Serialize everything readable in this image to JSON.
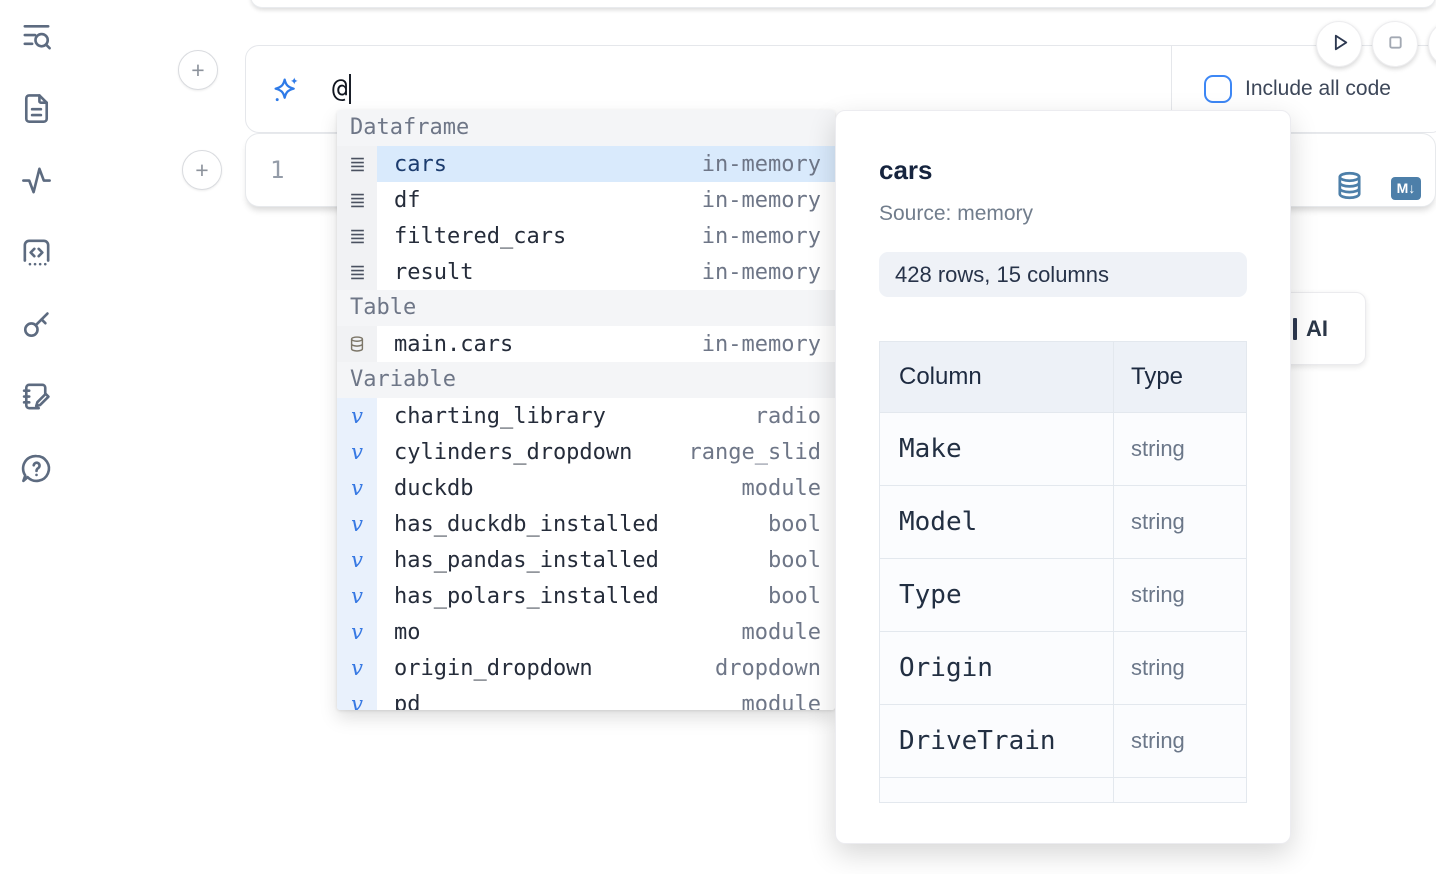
{
  "colors": {
    "accent_blue": "#3d87f5",
    "steel_blue": "#4d7fa9",
    "selection_bg": "#d9eafc",
    "sidebar_icon": "#5d6b80"
  },
  "sidebar": {
    "icons": [
      "list-search",
      "file-text",
      "activity",
      "code-snippets",
      "key",
      "scratchpad",
      "help-bubble"
    ]
  },
  "ai_cell": {
    "prompt_value": "@",
    "include_all_code_label": "Include all code"
  },
  "toolbar": {
    "icons": [
      "run",
      "stop"
    ]
  },
  "code_cell": {
    "line_number": "1",
    "toolbar_icons": [
      "database",
      "markdown"
    ]
  },
  "markdown_badge": "M↓",
  "ai_button": {
    "label": "AI"
  },
  "autocomplete": {
    "sections": [
      {
        "label": "Dataframe",
        "icon": "rows",
        "items": [
          {
            "name": "cars",
            "type": "in-memory",
            "selected": true
          },
          {
            "name": "df",
            "type": "in-memory"
          },
          {
            "name": "filtered_cars",
            "type": "in-memory"
          },
          {
            "name": "result",
            "type": "in-memory"
          }
        ]
      },
      {
        "label": "Table",
        "icon": "database",
        "items": [
          {
            "name": "main.cars",
            "type": "in-memory"
          }
        ]
      },
      {
        "label": "Variable",
        "icon": "variable",
        "items": [
          {
            "name": "charting_library",
            "type": "radio"
          },
          {
            "name": "cylinders_dropdown",
            "type": "range_slid"
          },
          {
            "name": "duckdb",
            "type": "module"
          },
          {
            "name": "has_duckdb_installed",
            "type": "bool"
          },
          {
            "name": "has_pandas_installed",
            "type": "bool"
          },
          {
            "name": "has_polars_installed",
            "type": "bool"
          },
          {
            "name": "mo",
            "type": "module"
          },
          {
            "name": "origin_dropdown",
            "type": "dropdown"
          },
          {
            "name": "pd",
            "type": "module"
          }
        ]
      }
    ]
  },
  "preview_panel": {
    "title": "cars",
    "source": "Source: memory",
    "shape_badge": "428 rows, 15 columns",
    "schema_table": {
      "headers": [
        "Column",
        "Type"
      ],
      "rows": [
        [
          "Make",
          "string"
        ],
        [
          "Model",
          "string"
        ],
        [
          "Type",
          "string"
        ],
        [
          "Origin",
          "string"
        ],
        [
          "DriveTrain",
          "string"
        ],
        [
          "",
          ""
        ]
      ]
    }
  }
}
